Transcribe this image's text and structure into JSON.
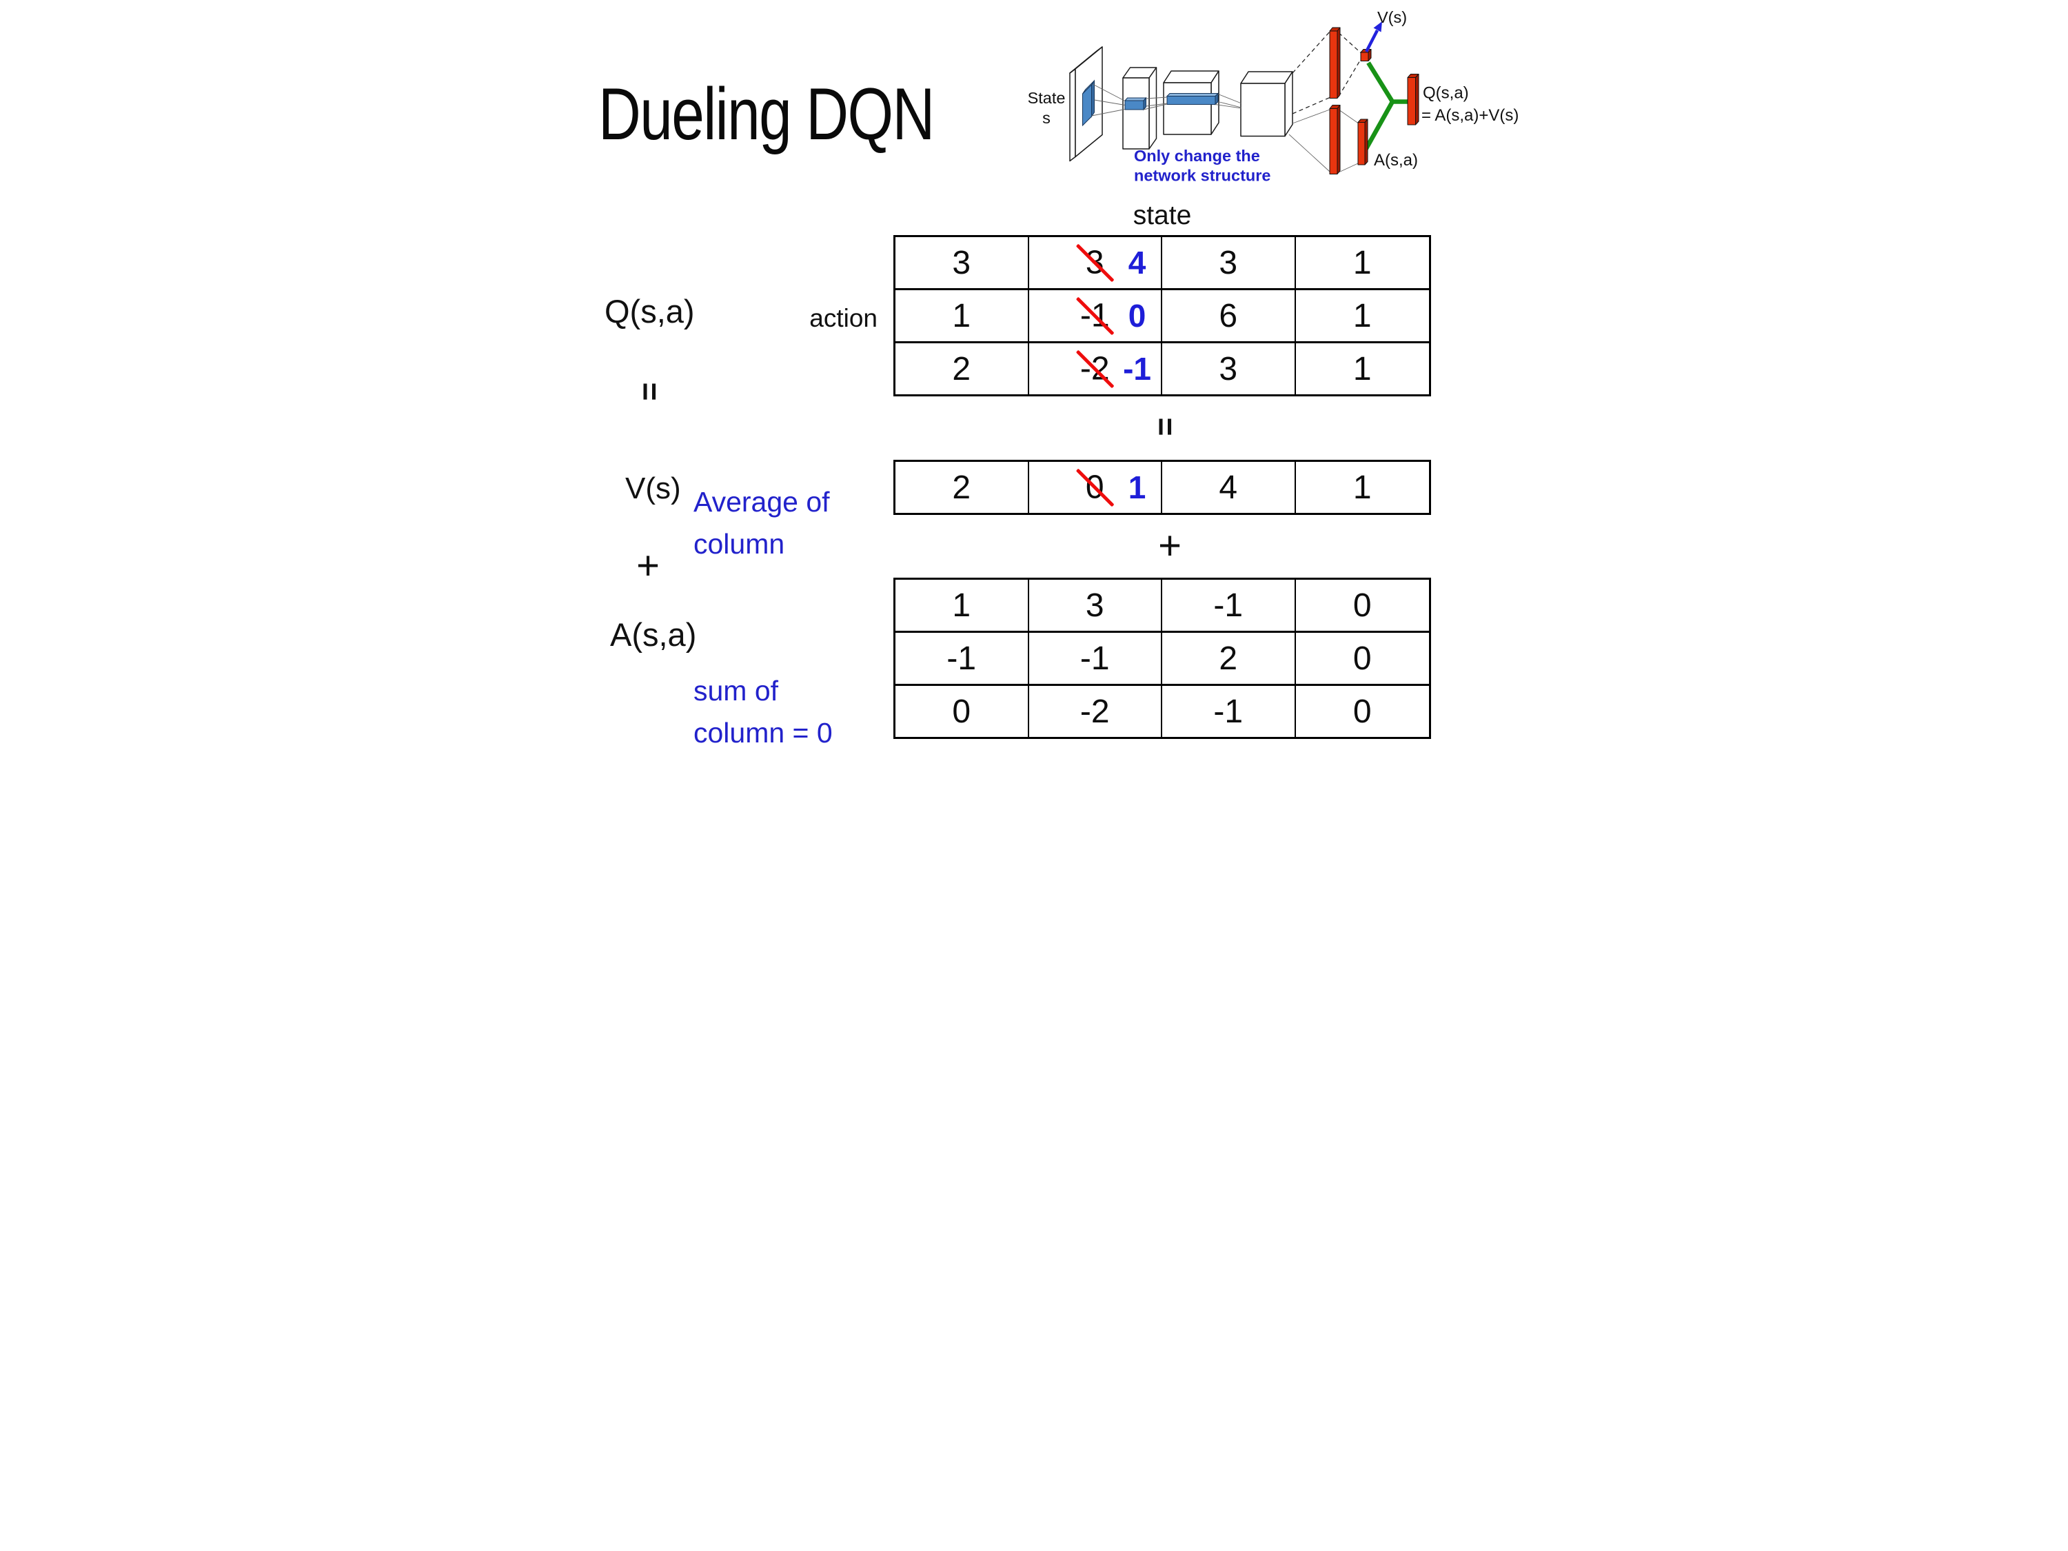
{
  "slide": {
    "title": "Dueling DQN",
    "background": "#ffffff"
  },
  "diagram": {
    "state_line1": "State",
    "state_line2": "s",
    "note_line1": "Only change the",
    "note_line2": "network structure",
    "v_out_label": "V(s)",
    "q_out_line1": "Q(s,a)",
    "q_out_line2": "= A(s,a)+V(s)",
    "a_out_label": "A(s,a)",
    "colors": {
      "box_fill": "#ffffff",
      "box_stroke": "#1a1a1a",
      "feature_front": "#4a88c6",
      "feature_top": "#8ab4dd",
      "feature_side": "#36699f",
      "red_front": "#e8350f",
      "red_top": "#c32605",
      "red_side": "#9e1a02",
      "green": "#189217",
      "blue": "#2222dd"
    }
  },
  "equation": {
    "q_label": "Q(s,a)",
    "equals": "=",
    "v_label": "V(s)",
    "plus": "+",
    "a_label": "A(s,a)",
    "state_header": "state",
    "action_header": "action",
    "avg_note_line1": "Average of",
    "avg_note_line2": "column",
    "sum_note_line1": "sum of",
    "sum_note_line2": "column = 0"
  },
  "q_table": {
    "rows": [
      [
        {
          "v": "3"
        },
        {
          "old": "3",
          "new": "4"
        },
        {
          "v": "3"
        },
        {
          "v": "1"
        }
      ],
      [
        {
          "v": "1"
        },
        {
          "old": "-1",
          "new": "0"
        },
        {
          "v": "6"
        },
        {
          "v": "1"
        }
      ],
      [
        {
          "v": "2"
        },
        {
          "old": "-2",
          "new": "-1"
        },
        {
          "v": "3"
        },
        {
          "v": "1"
        }
      ]
    ]
  },
  "v_table": {
    "rows": [
      [
        {
          "v": "2"
        },
        {
          "old": "0",
          "new": "1"
        },
        {
          "v": "4"
        },
        {
          "v": "1"
        }
      ]
    ]
  },
  "a_table": {
    "rows": [
      [
        {
          "v": "1"
        },
        {
          "v": "3"
        },
        {
          "v": "-1"
        },
        {
          "v": "0"
        }
      ],
      [
        {
          "v": "-1"
        },
        {
          "v": "-1"
        },
        {
          "v": "2"
        },
        {
          "v": "0"
        }
      ],
      [
        {
          "v": "0"
        },
        {
          "v": "-2"
        },
        {
          "v": "-1"
        },
        {
          "v": "0"
        }
      ]
    ]
  },
  "accent_colors": {
    "crossed_slash": "#ee0d0d",
    "new_value": "#1e1ed8",
    "note_blue": "#2222cb"
  }
}
